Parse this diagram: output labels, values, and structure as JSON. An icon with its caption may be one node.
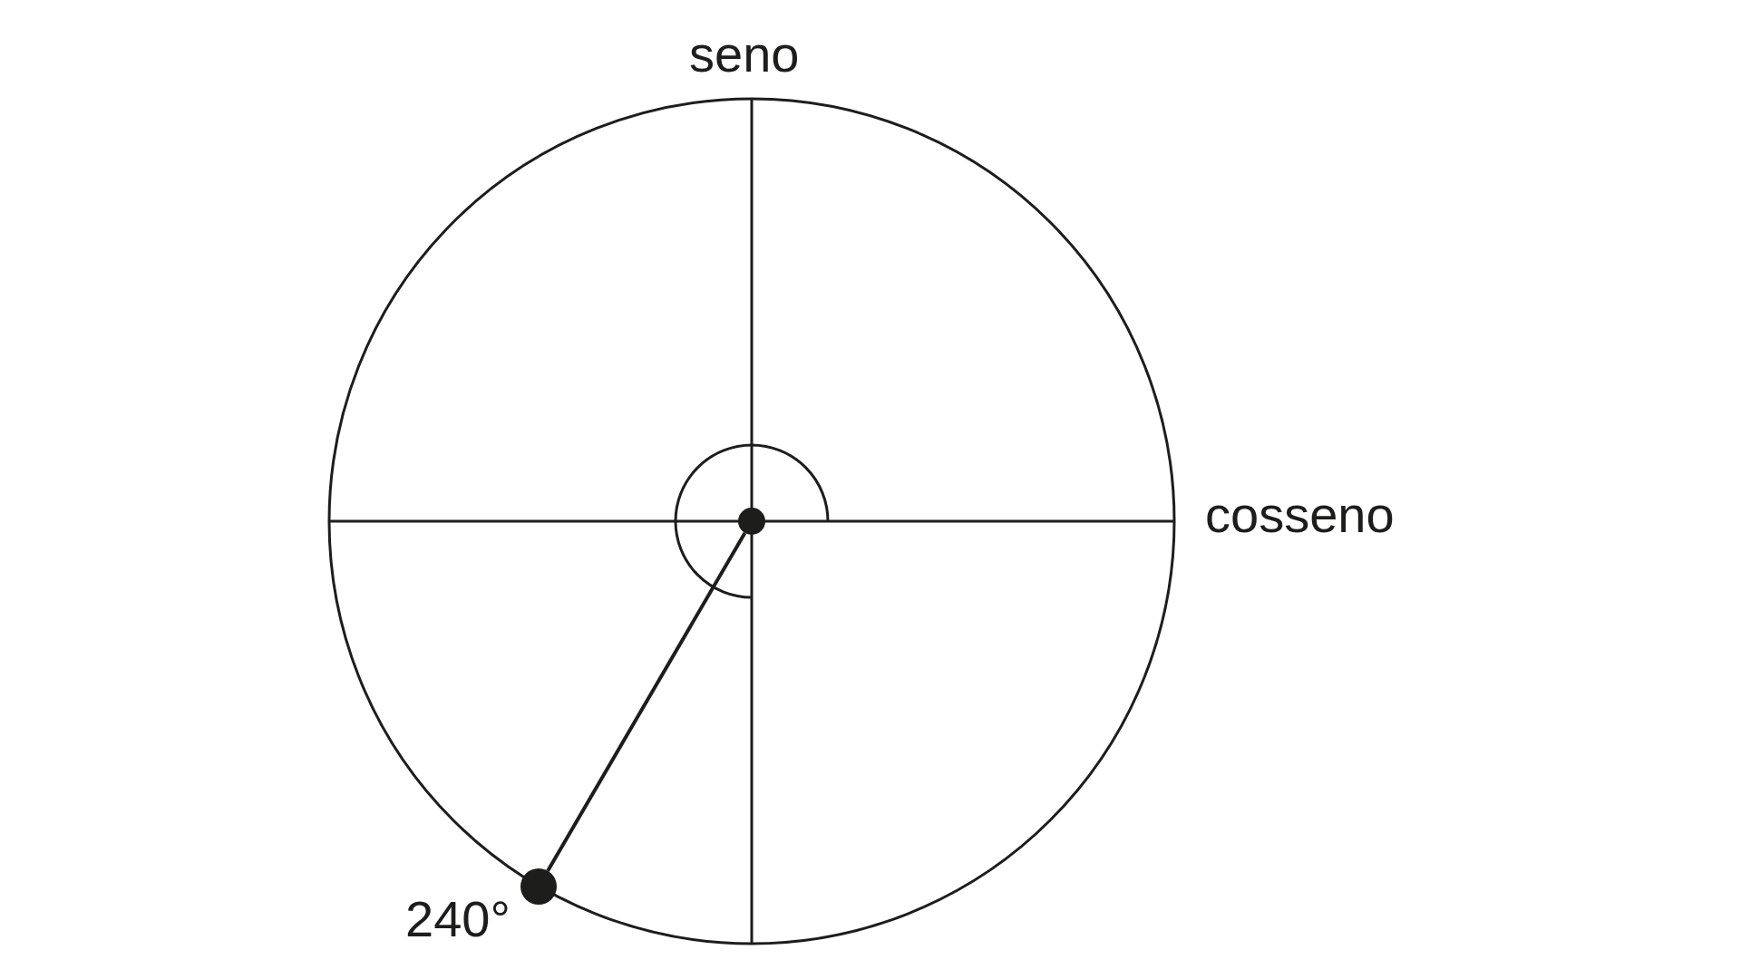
{
  "diagram": {
    "nodes": [
      {
        "text": [],
        "shape": "circle"
      },
      {
        "text": [],
        "shape": "circle",
        "beside": [
          "240°"
        ]
      }
    ],
    "edges": [
      {
        "from": 0,
        "to": 1,
        "arrow": "none"
      }
    ],
    "labels": [
      "seno",
      "cosseno"
    ]
  }
}
